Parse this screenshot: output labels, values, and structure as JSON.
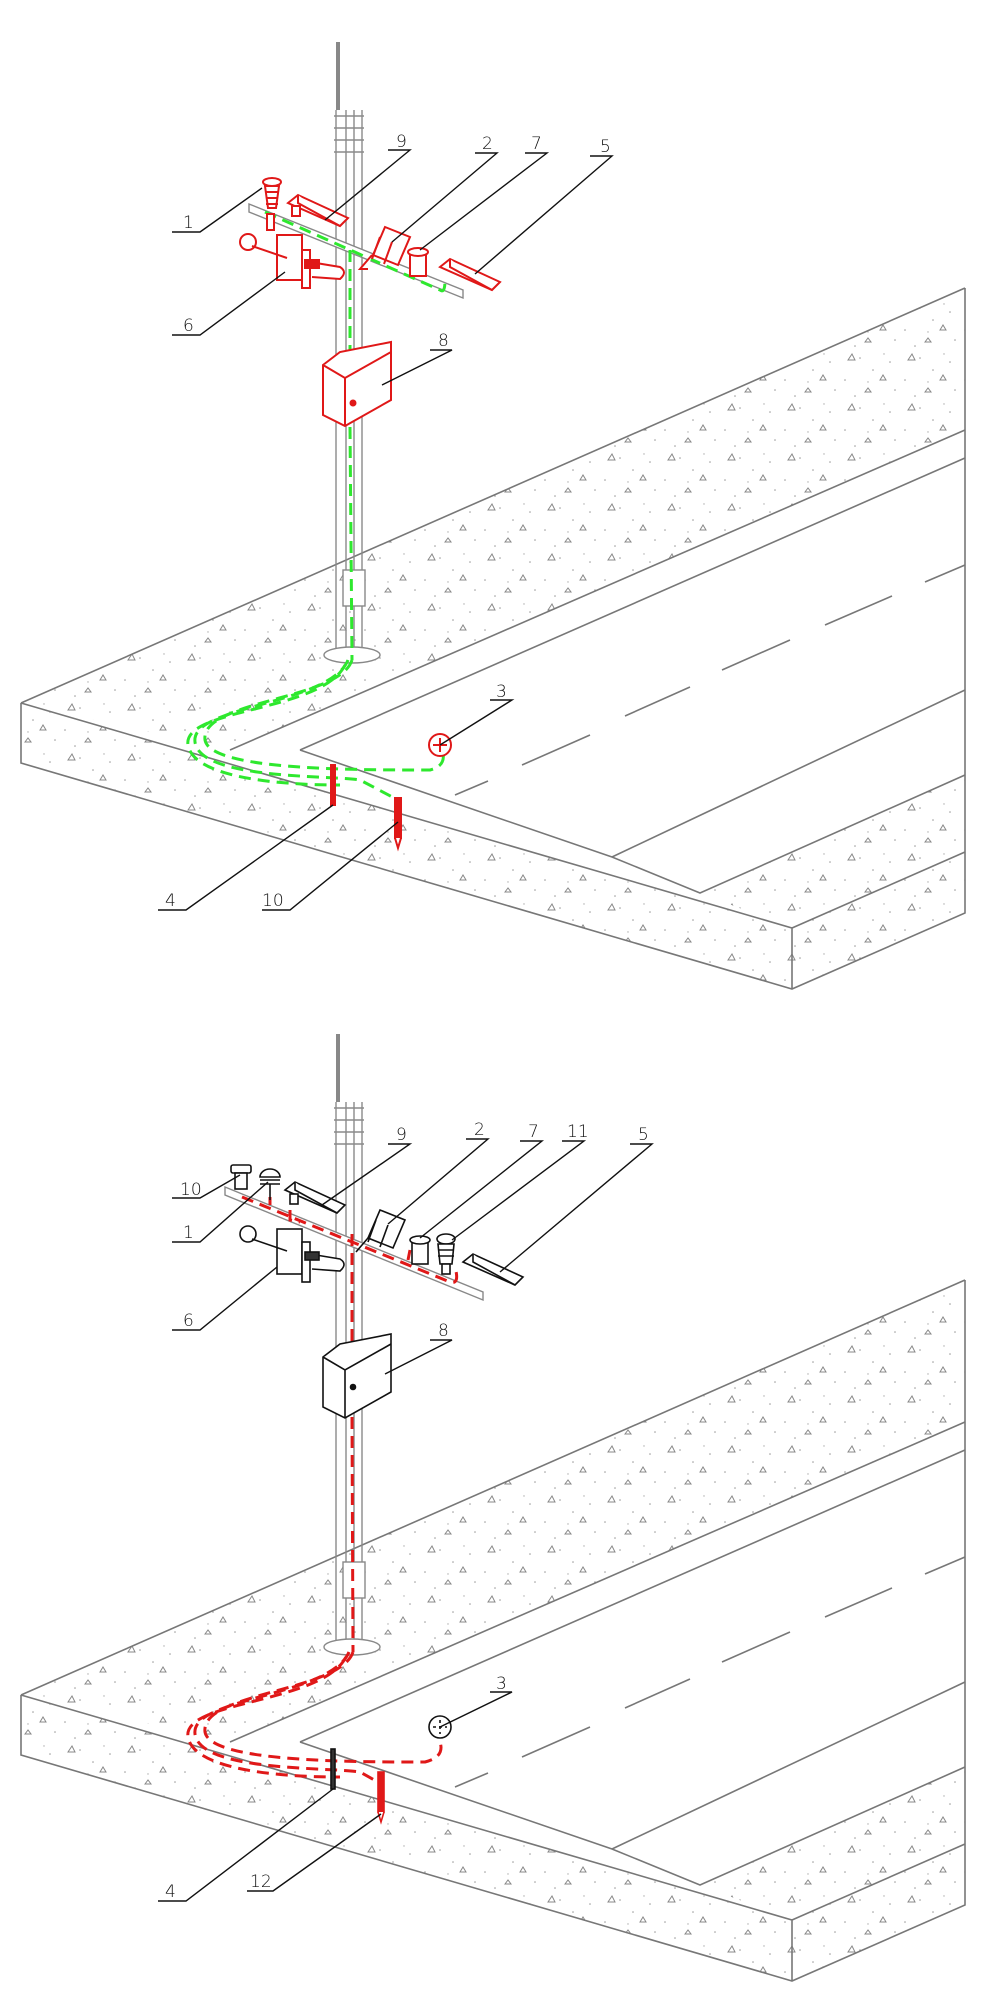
{
  "figures": [
    {
      "id": "top",
      "cable_color": "#2ee82e",
      "device_color": "#e01818",
      "labels": {
        "l1": "1",
        "l2": "2",
        "l3": "3",
        "l4": "4",
        "l5": "5",
        "l6": "6",
        "l7": "7",
        "l8": "8",
        "l9": "9",
        "l10": "10"
      }
    },
    {
      "id": "bottom",
      "cable_color": "#e01818",
      "device_color": "#111111",
      "labels": {
        "l1": "1",
        "l2": "2",
        "l3": "3",
        "l4": "4",
        "l5": "5",
        "l6": "6",
        "l7": "7",
        "l8": "8",
        "l9": "9",
        "l10": "10",
        "l11": "11",
        "l12": "12"
      }
    }
  ]
}
